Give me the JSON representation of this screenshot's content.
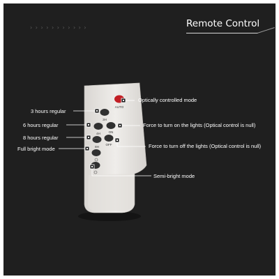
{
  "header": {
    "title": "Remote Control",
    "chevrons": "› › › › › › › › › › ›"
  },
  "colors": {
    "background": "#1f1f1f",
    "remote_body": "#e9e7e4",
    "button_dark": "#303030",
    "button_red": "#c21f25",
    "connector_line": "#ffffff",
    "marker": "#ffffff"
  },
  "remote": {
    "button_labels": {
      "auto": "AUTO",
      "three_h": "3H",
      "four_h": "4H",
      "on": "ON",
      "eight_h": "8H",
      "off": "OFF"
    }
  },
  "callouts": {
    "optically_controlled": "Optically controlled mode",
    "three_hours": "3 hours regular",
    "six_hours": "6 hours regular",
    "force_on": "Force to turn on the lights (Optical control is null)",
    "eight_hours": "8 hours regular",
    "force_off": "Force to turn off the lights (Optical control is null)",
    "full_bright": "Full bright mode",
    "semi_bright": "Semi-bright mode"
  }
}
